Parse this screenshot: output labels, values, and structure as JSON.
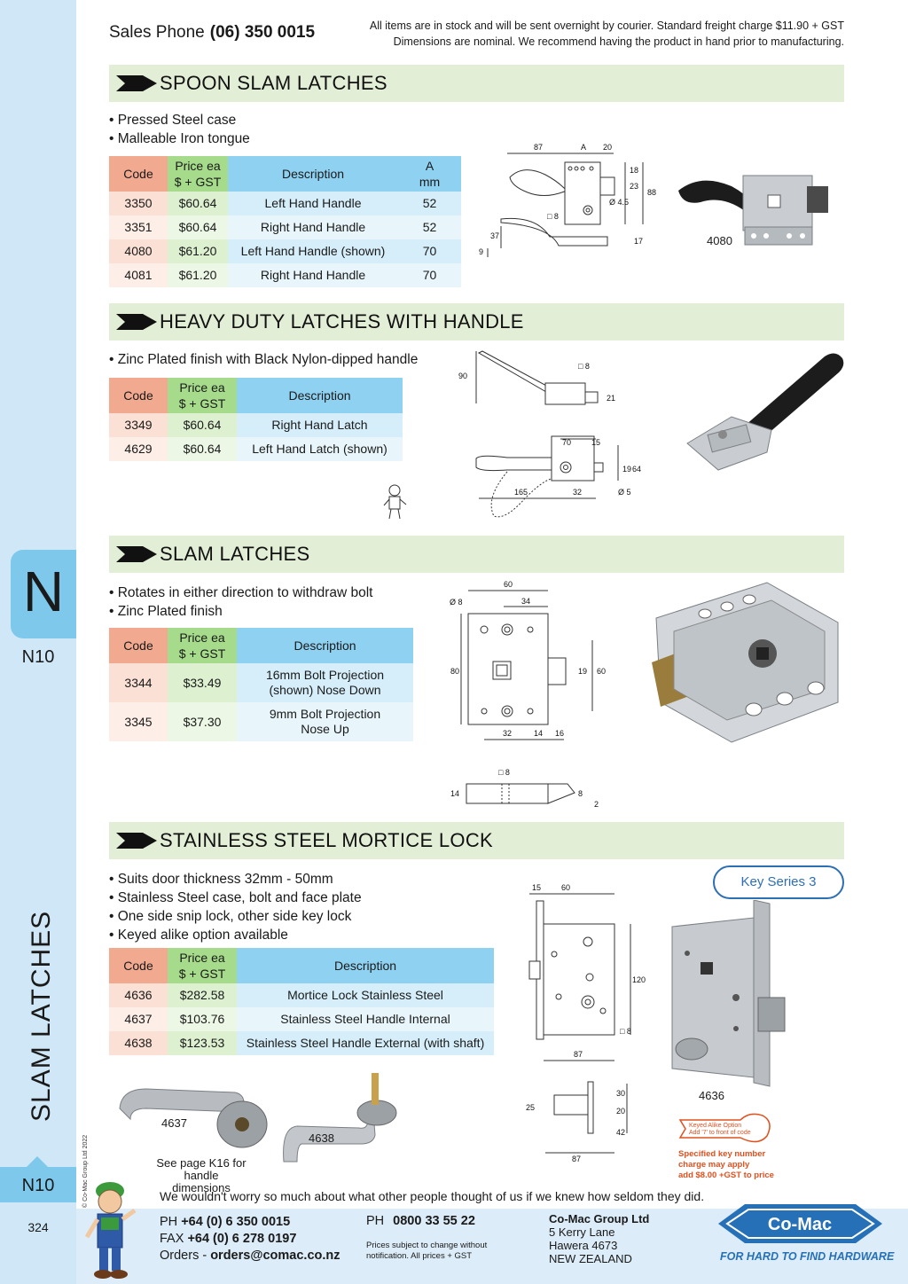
{
  "header": {
    "phone_label": "Sales Phone",
    "phone_number": "(06) 350 0015",
    "note_line1": "All items are in stock and will be sent overnight by courier. Standard freight charge $11.90 + GST",
    "note_line2": "Dimensions are nominal. We recommend having the product in hand prior to manufacturing."
  },
  "sidebar": {
    "letter": "N",
    "code": "N10",
    "title": "SLAM LATCHES",
    "copyright": "© Co-Mac Group Ltd 2022",
    "bottom_code": "N10",
    "page_number": "324"
  },
  "sections": {
    "spoon": {
      "title": "SPOON SLAM LATCHES",
      "bullets": [
        "• Pressed Steel case",
        "• Malleable Iron tongue"
      ],
      "table": {
        "headers": {
          "code": "Code",
          "price1": "Price ea",
          "price2": "$ + GST",
          "desc": "Description",
          "extra1": "A",
          "extra2": "mm"
        },
        "rows": [
          {
            "code": "3350",
            "price": "$60.64",
            "desc": "Left Hand Handle",
            "a": "52"
          },
          {
            "code": "3351",
            "price": "$60.64",
            "desc": "Right Hand Handle",
            "a": "52"
          },
          {
            "code": "4080",
            "price": "$61.20",
            "desc": "Left Hand Handle (shown)",
            "a": "70"
          },
          {
            "code": "4081",
            "price": "$61.20",
            "desc": "Right Hand Handle",
            "a": "70"
          }
        ]
      },
      "dims": [
        "87",
        "A",
        "20",
        "18",
        "23",
        "88",
        "Ø 4.5",
        "□ 8",
        "37",
        "9",
        "17"
      ],
      "photo_caption": "4080"
    },
    "heavy": {
      "title": "HEAVY DUTY LATCHES WITH HANDLE",
      "bullets": [
        "•  Zinc Plated finish with Black Nylon-dipped handle"
      ],
      "table": {
        "headers": {
          "code": "Code",
          "price1": "Price ea",
          "price2": "$ + GST",
          "desc": "Description"
        },
        "rows": [
          {
            "code": "3349",
            "price": "$60.64",
            "desc": "Right Hand Latch"
          },
          {
            "code": "4629",
            "price": "$60.64",
            "desc": "Left Hand Latch (shown)"
          }
        ]
      },
      "dims": [
        "90",
        "□ 8",
        "21",
        "70",
        "15",
        "19",
        "64",
        "165",
        "32",
        "Ø 5"
      ]
    },
    "slam": {
      "title": "SLAM LATCHES",
      "bullets": [
        "• Rotates in either direction to withdraw bolt",
        "• Zinc Plated finish"
      ],
      "table": {
        "headers": {
          "code": "Code",
          "price1": "Price ea",
          "price2": "$ + GST",
          "desc": "Description"
        },
        "rows": [
          {
            "code": "3344",
            "price": "$33.49",
            "desc1": "16mm Bolt Projection",
            "desc2": "(shown) Nose Down"
          },
          {
            "code": "3345",
            "price": "$37.30",
            "desc1": "9mm Bolt Projection",
            "desc2": "Nose Up"
          }
        ]
      },
      "dims": [
        "60",
        "Ø 8",
        "34",
        "80",
        "19",
        "60",
        "32",
        "14",
        "16",
        "□ 8",
        "14",
        "8",
        "2"
      ]
    },
    "mortice": {
      "title": "STAINLESS STEEL MORTICE LOCK",
      "bullets": [
        "• Suits door thickness 32mm - 50mm",
        "• Stainless Steel case, bolt and face plate",
        "• One side snip lock, other side key lock",
        "• Keyed alike option available"
      ],
      "table": {
        "headers": {
          "code": "Code",
          "price1": "Price ea",
          "price2": "$ + GST",
          "desc": "Description"
        },
        "rows": [
          {
            "code": "4636",
            "price": "$282.58",
            "desc": "Mortice Lock Stainless Steel"
          },
          {
            "code": "4637",
            "price": "$103.76",
            "desc": "Stainless Steel Handle Internal"
          },
          {
            "code": "4638",
            "price": "$123.53",
            "desc": "Stainless Steel Handle External (with shaft)"
          }
        ]
      },
      "key_series": "Key Series 3",
      "handle_caption_1": "4637",
      "handle_caption_2": "4638",
      "see_page_1": "See page K16 for handle",
      "see_page_2": "dimensions",
      "photo_caption": "4636",
      "keyed_tag_1": "Keyed Alike Option",
      "keyed_tag_2": "Add '7' to front of code",
      "keyed_note_1": "Specified key number",
      "keyed_note_2": "charge may apply",
      "keyed_note_3": "add $8.00 +GST to price",
      "dims": [
        "15",
        "60",
        "120",
        "□ 8",
        "87",
        "25",
        "30",
        "20",
        "42",
        "87"
      ]
    }
  },
  "footer": {
    "quote": "We wouldn't worry so much about what other people thought of us if we knew how seldom they did.",
    "ph_label": "PH",
    "ph_value": "+64 (0) 6 350 0015",
    "fax_label": "FAX",
    "fax_value": "+64 (0) 6 278 0197",
    "orders_label": "Orders -",
    "orders_value": "orders@comac.co.nz",
    "ph2_label": "PH",
    "ph2_value": "0800 33 55 22",
    "small1": "Prices subject to change without",
    "small2": "notification. All prices + GST",
    "company": "Co-Mac Group Ltd",
    "addr1": "5 Kerry Lane",
    "addr2": "Hawera 4673",
    "addr3": "NEW ZEALAND",
    "logo_text": "Co-Mac",
    "logo_tag": "FOR HARD TO FIND HARDWARE"
  },
  "colors": {
    "sidebar": "#cfe7f6",
    "tab": "#7ec8ec",
    "section_bar": "#e3eed6",
    "code_header": "#f1a98f",
    "price_header": "#a5db8a",
    "desc_header": "#8fd1f1",
    "brand_blue": "#2670b8",
    "keyed_orange": "#e0501f"
  }
}
